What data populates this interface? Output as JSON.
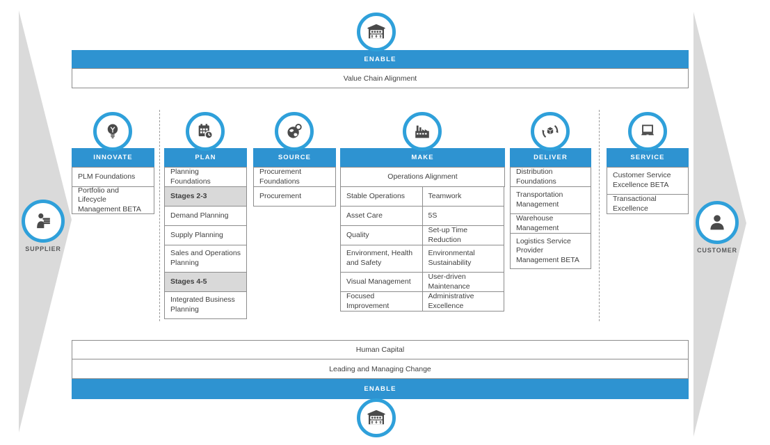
{
  "colors": {
    "accent_blue": "#2E93D1",
    "ring_blue": "#2FA0DA",
    "arrow_gray": "#DADADA",
    "shaded_cell": "#D9D9D9",
    "border_gray": "#8C8C8C",
    "glyph_gray": "#4A4A4A"
  },
  "top": {
    "enable": "ENABLE",
    "value_chain": "Value Chain Alignment",
    "icon": "warehouse-icon"
  },
  "bottom": {
    "human_capital": "Human Capital",
    "leading_change": "Leading and Managing Change",
    "enable": "ENABLE",
    "icon": "warehouse-icon"
  },
  "sides": {
    "supplier": "SUPPLIER",
    "customer": "CUSTOMER",
    "supplier_icon": "supplier-person-icon",
    "customer_icon": "customer-person-icon"
  },
  "columns": {
    "innovate": {
      "label": "INNOVATE",
      "icon": "lightbulb-icon",
      "cells": [
        "PLM Foundations",
        "Portfolio and Lifecycle Management BETA"
      ]
    },
    "plan": {
      "label": "PLAN",
      "icon": "calendar-clock-icon",
      "cells": [
        "Planning Foundations",
        "Stages 2-3",
        "Demand Planning",
        "Supply Planning",
        "Sales and Operations Planning",
        "Stages 4-5",
        "Integrated Business Planning"
      ]
    },
    "source": {
      "label": "SOURCE",
      "icon": "globe-search-icon",
      "cells": [
        "Procurement Foundations",
        "Procurement"
      ]
    },
    "make": {
      "label": "MAKE",
      "icon": "factory-icon",
      "alignment": "Operations Alignment",
      "left": [
        "Stable Operations",
        "Asset Care",
        "Quality",
        "Environment, Health and Safety",
        "Visual Management",
        "Focused Improvement"
      ],
      "right": [
        "Teamwork",
        "5S",
        "Set-up Time Reduction",
        "Environmental Sustainability",
        "User-driven Maintenance",
        "Administrative Excellence"
      ]
    },
    "deliver": {
      "label": "DELIVER",
      "icon": "delivery-cycle-icon",
      "cells": [
        "Distribution Foundations",
        "Transportation Management",
        "Warehouse Management",
        "Logistics Service Provider Management BETA"
      ]
    },
    "service": {
      "label": "SERVICE",
      "icon": "laptop-icon",
      "cells": [
        "Customer Service Excellence BETA",
        "Transactional Excellence"
      ]
    }
  }
}
